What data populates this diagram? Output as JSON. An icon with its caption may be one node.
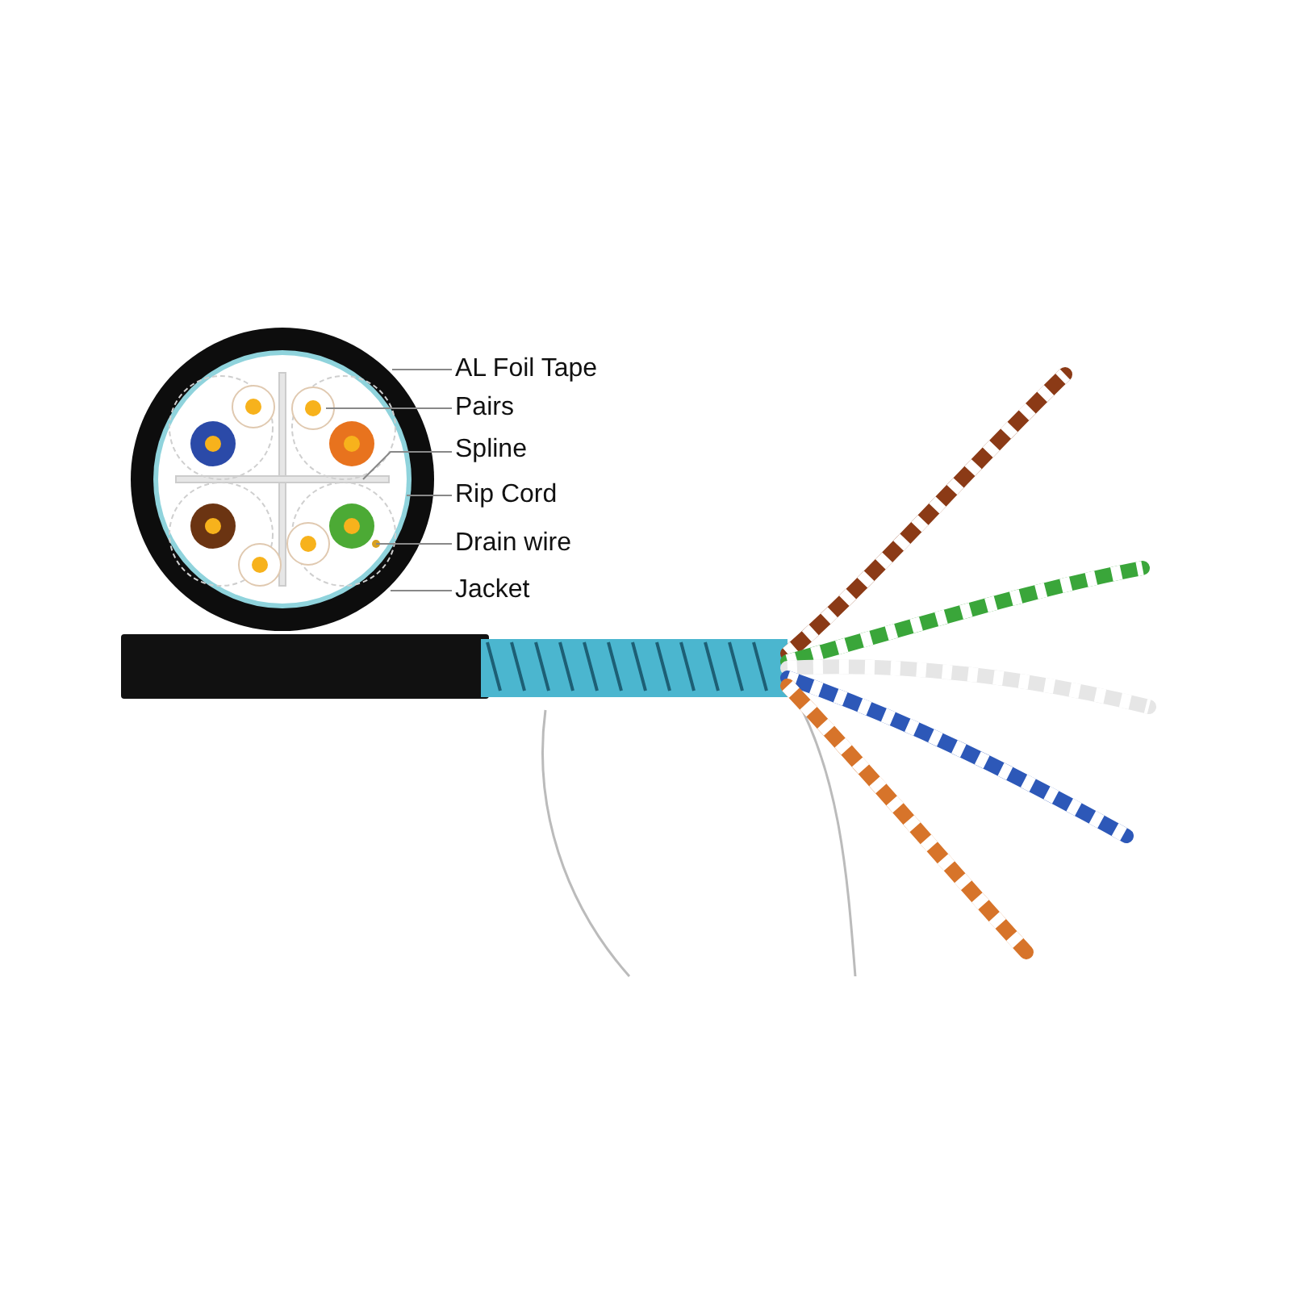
{
  "diagram": {
    "nodes": [
      {
        "text": [
          "AL Foil Tape"
        ]
      },
      {
        "text": [
          "Pairs"
        ]
      },
      {
        "text": [
          "Spline"
        ]
      },
      {
        "text": [
          "Rip Cord"
        ]
      },
      {
        "text": [
          "Drain wire"
        ]
      },
      {
        "text": [
          "Jacket"
        ]
      }
    ],
    "edges": [
      {
        "from": 0,
        "to": null,
        "arrow": "none"
      },
      {
        "from": 1,
        "to": null,
        "arrow": "none"
      },
      {
        "from": 2,
        "to": null,
        "arrow": "none"
      },
      {
        "from": 3,
        "to": null,
        "arrow": "none"
      },
      {
        "from": 4,
        "to": null,
        "arrow": "none"
      },
      {
        "from": 5,
        "to": null,
        "arrow": "none"
      }
    ]
  }
}
